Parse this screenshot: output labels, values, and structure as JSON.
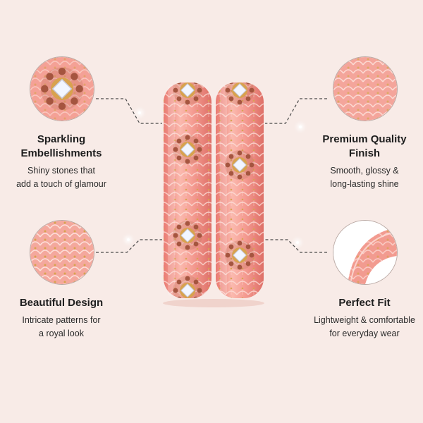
{
  "features": [
    {
      "title_lines": [
        "Sparkling",
        "Embellishments"
      ],
      "desc_lines": [
        "Shiny stones that",
        "add a touch of glamour"
      ],
      "icon": "sparkling-stones-closeup-icon"
    },
    {
      "title_lines": [
        "Premium Quality",
        "Finish"
      ],
      "desc_lines": [
        "Smooth, glossy &",
        "long-lasting shine"
      ],
      "icon": "glossy-finish-closeup-icon"
    },
    {
      "title_lines": [
        "Beautiful Design"
      ],
      "desc_lines": [
        "Intricate patterns for",
        "a royal look"
      ],
      "icon": "pattern-closeup-icon"
    },
    {
      "title_lines": [
        "Perfect Fit"
      ],
      "desc_lines": [
        "Lightweight & comfortable",
        "for everyday wear"
      ],
      "icon": "bangle-edge-closeup-icon"
    }
  ],
  "colors": {
    "background": "#f8ebe7",
    "bangle_base": "#f08d84",
    "bangle_light": "#fbc1b8",
    "bangle_dark": "#c4554f",
    "gold": "#d8a24e",
    "stone": "#a5553f",
    "kundan": "#f2f6ff",
    "line": "#4a4a4a",
    "text": "#1e1e1e"
  }
}
